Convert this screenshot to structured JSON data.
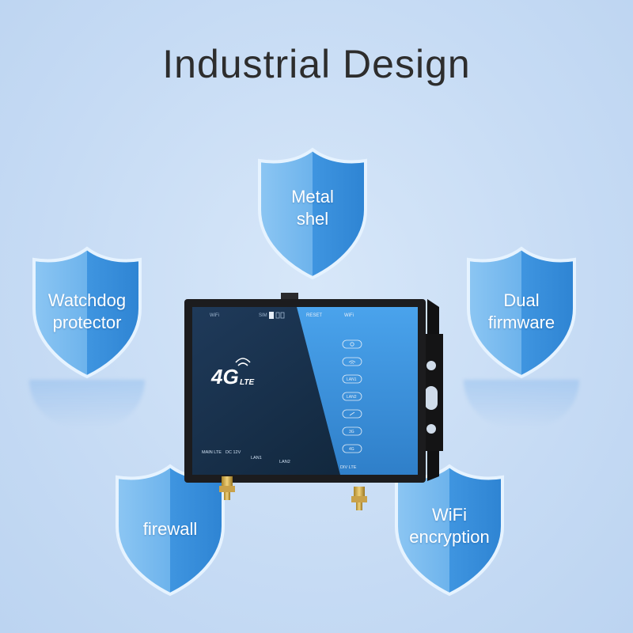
{
  "title": "Industrial Design",
  "colors": {
    "background": "#c7dcf5",
    "shield_light": "#6fb6ee",
    "shield_dark": "#2f86d6",
    "shield_edge": "#e8f4ff",
    "router_body": "#1c1c1e",
    "router_panel": "#16324f",
    "router_accent": "#3d92de"
  },
  "features": [
    {
      "id": "metal",
      "label_lines": [
        "Metal",
        "shel"
      ]
    },
    {
      "id": "watchdog",
      "label_lines": [
        "Watchdog",
        "protector"
      ]
    },
    {
      "id": "dual",
      "label_lines": [
        "Dual",
        "firmware"
      ]
    },
    {
      "id": "firewall",
      "label_lines": [
        "firewall"
      ]
    },
    {
      "id": "wifi",
      "label_lines": [
        "WiFi",
        "encryption"
      ]
    }
  ],
  "router": {
    "logo_main": "4G",
    "logo_sub": "LTE",
    "labels": {
      "wifi_antenna": "WiFi",
      "sim": "SIM",
      "reset": "RESET",
      "wifi_panel": "WiFi",
      "main_lte": "MAIN LTE",
      "dc": "DC 12V",
      "lan1": "LAN1",
      "lan2": "LAN2",
      "div_lte": "DIV LTE"
    },
    "indicators": [
      "LAN1",
      "LAN2",
      "3G",
      "4G"
    ]
  }
}
